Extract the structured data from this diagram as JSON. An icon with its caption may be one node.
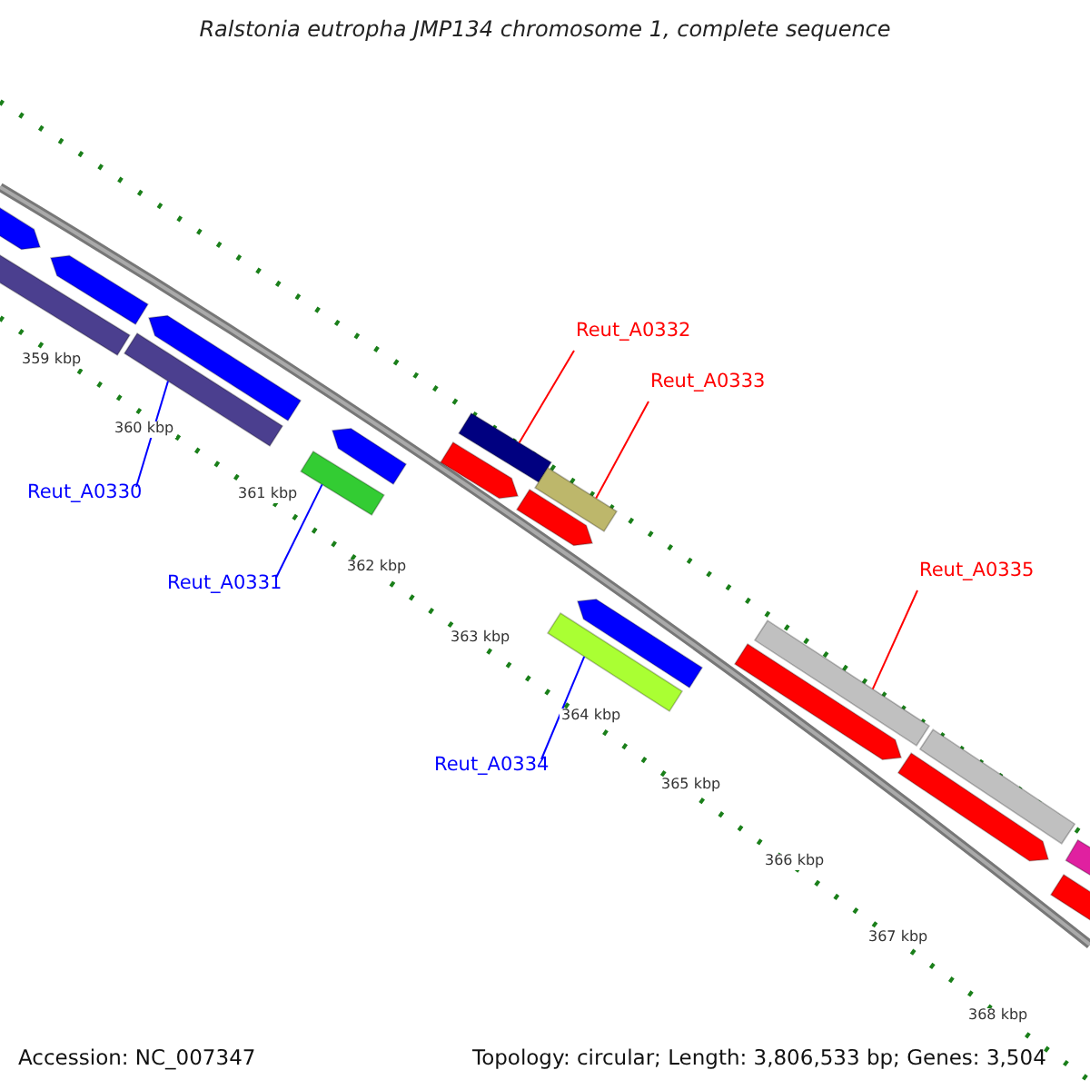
{
  "diagram": {
    "title": "Ralstonia eutropha JMP134 chromosome 1, complete sequence",
    "nodes": [
      {
        "text": [
          "Reut_A0332"
        ]
      },
      {
        "text": [],
        "shape": "bar"
      },
      {
        "text": [
          "Reut_A0333"
        ]
      },
      {
        "text": [],
        "shape": "bar"
      },
      {
        "text": [
          "Reut_A0330"
        ]
      },
      {
        "text": [],
        "shape": "bar"
      },
      {
        "text": [
          "Reut_A0331"
        ]
      },
      {
        "text": [],
        "shape": "bar"
      },
      {
        "text": [
          "Reut_A0335"
        ]
      },
      {
        "text": [],
        "shape": "bar"
      },
      {
        "text": [
          "Reut_A0334"
        ]
      },
      {
        "text": [],
        "shape": "bar"
      },
      {
        "text": [],
        "shape": "arrow"
      },
      {
        "text": [],
        "shape": "bar"
      },
      {
        "text": [],
        "shape": "arrow"
      },
      {
        "text": [],
        "shape": "arrow"
      },
      {
        "text": [],
        "shape": "arrow"
      },
      {
        "text": [],
        "shape": "arrow"
      },
      {
        "text": [],
        "shape": "arrow"
      },
      {
        "text": [],
        "shape": "arrow"
      },
      {
        "text": [],
        "shape": "arrow"
      },
      {
        "text": [],
        "shape": "arrow"
      },
      {
        "text": [],
        "shape": "bar"
      },
      {
        "text": [],
        "shape": "bar"
      },
      {
        "text": [],
        "shape": "bar"
      }
    ],
    "edges": [
      {
        "from": 0,
        "to": 1,
        "arrow": "none",
        "color": "#ff0000"
      },
      {
        "from": 2,
        "to": 3,
        "arrow": "none",
        "color": "#ff0000"
      },
      {
        "from": 4,
        "to": 5,
        "arrow": "none",
        "color": "#0000ff"
      },
      {
        "from": 6,
        "to": 7,
        "arrow": "none",
        "color": "#0000ff"
      },
      {
        "from": 8,
        "to": 9,
        "arrow": "none",
        "color": "#ff0000"
      },
      {
        "from": 10,
        "to": 11,
        "arrow": "none",
        "color": "#0000ff"
      }
    ],
    "labels": [
      "359 kbp",
      "360 kbp",
      "361 kbp",
      "362 kbp",
      "363 kbp",
      "364 kbp",
      "365 kbp",
      "366 kbp",
      "367 kbp",
      "368 kbp",
      "Accession: NC_007347",
      "Topology: circular; Length: 3,806,533 bp; Genes: 3,504"
    ]
  }
}
